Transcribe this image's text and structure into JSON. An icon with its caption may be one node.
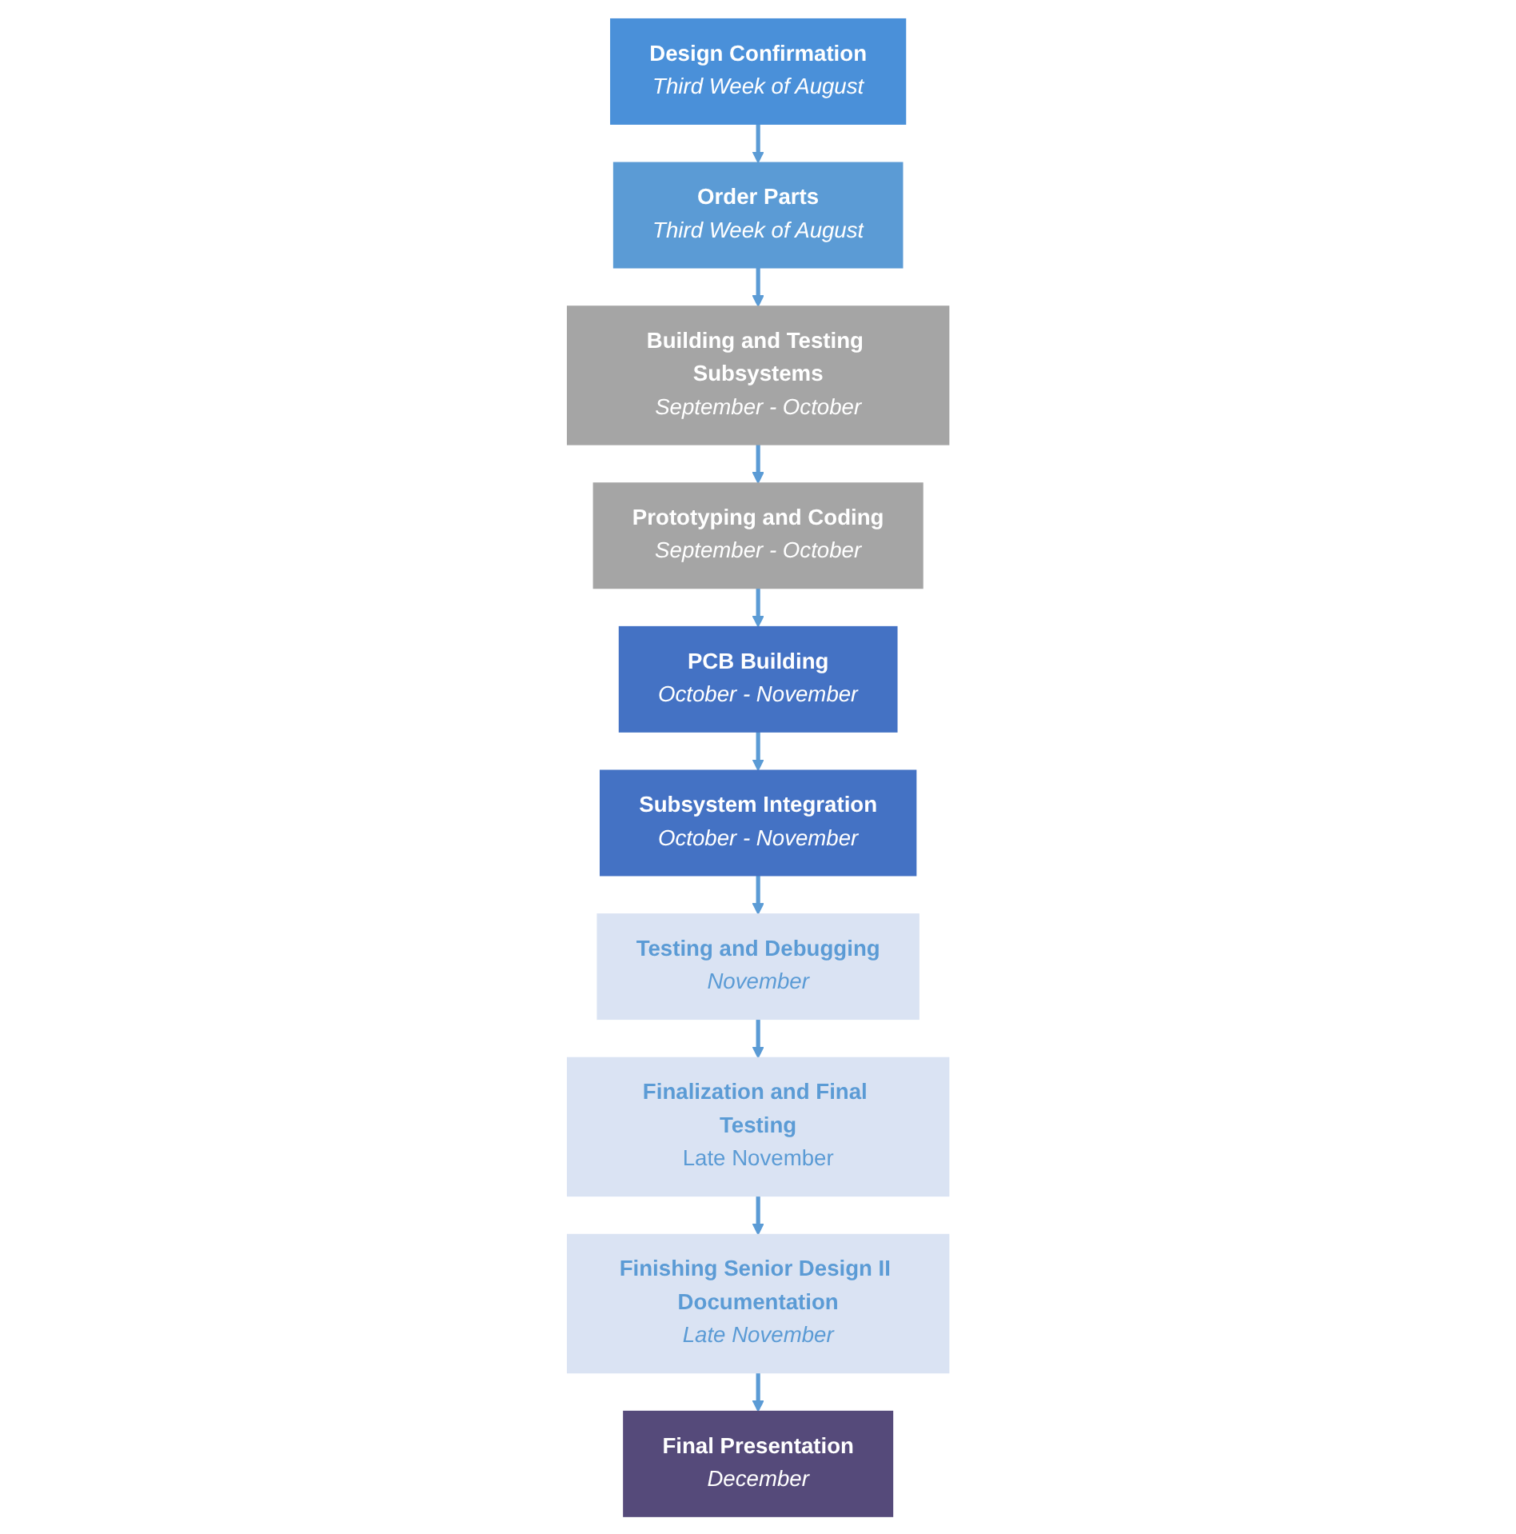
{
  "diagram": {
    "nodes": [
      {
        "text": [
          "Design Confirmation",
          "Third Week of August"
        ]
      },
      {
        "text": [
          "Order Parts",
          "Third Week of August"
        ]
      },
      {
        "text": [
          "Building and Testing Subsystems",
          "September - October"
        ]
      },
      {
        "text": [
          "Prototyping and Coding",
          "September - October"
        ]
      },
      {
        "text": [
          "PCB Building",
          "October - November"
        ]
      },
      {
        "text": [
          "Subsystem Integration",
          "October - November"
        ]
      },
      {
        "text": [
          "Testing and Debugging",
          "November"
        ]
      },
      {
        "text": [
          "Finalization and Final Testing",
          "Late November"
        ]
      },
      {
        "text": [
          "Finishing Senior Design II Documentation",
          "Late November"
        ]
      },
      {
        "text": [
          "Final Presentation",
          "December"
        ]
      }
    ],
    "edges": [
      {
        "from": 0,
        "to": 1,
        "arrow": "to"
      },
      {
        "from": 1,
        "to": 2,
        "arrow": "to"
      },
      {
        "from": 2,
        "to": 3,
        "arrow": "to"
      },
      {
        "from": 3,
        "to": 4,
        "arrow": "to"
      },
      {
        "from": 4,
        "to": 5,
        "arrow": "to"
      },
      {
        "from": 5,
        "to": 6,
        "arrow": "to"
      },
      {
        "from": 6,
        "to": 7,
        "arrow": "to"
      },
      {
        "from": 7,
        "to": 8,
        "arrow": "to"
      },
      {
        "from": 8,
        "to": 9,
        "arrow": "to"
      }
    ]
  }
}
